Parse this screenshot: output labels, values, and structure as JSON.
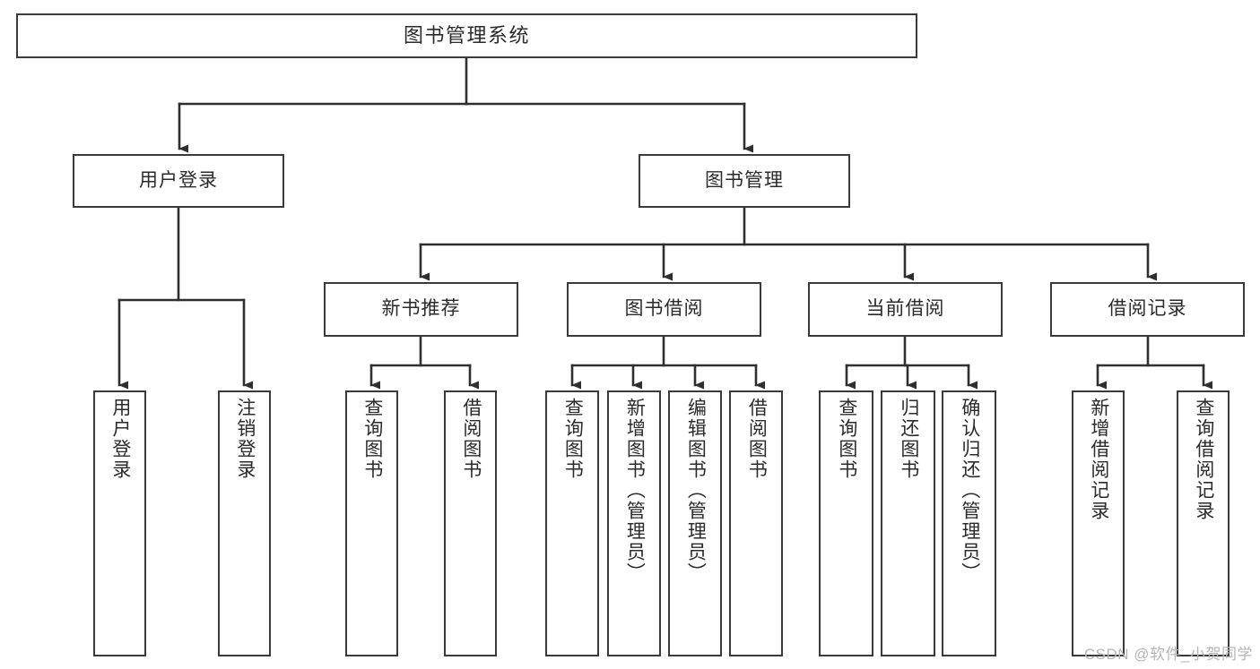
{
  "diagram": {
    "title": "图书管理系统",
    "watermark": "CSDN @软件_小贺同学",
    "colors": {
      "background": "#ffffff",
      "node_border": "#3a3a3a",
      "node_fill": "#ffffff",
      "edge": "#2f2f2f",
      "text": "#2b2b2b",
      "watermark": "#b6b6b6"
    },
    "nodes": {
      "root": {
        "label": "图书管理系统"
      },
      "level1": [
        {
          "label": "用户登录"
        },
        {
          "label": "图书管理"
        }
      ],
      "level2": [
        {
          "label": "新书推荐"
        },
        {
          "label": "图书借阅"
        },
        {
          "label": "当前借阅"
        },
        {
          "label": "借阅记录"
        }
      ],
      "leaves": {
        "user_login": [
          {
            "label": "用户登录"
          },
          {
            "label": "注销登录"
          }
        ],
        "new_book_recommend": [
          {
            "label": "查询图书"
          },
          {
            "label": "借阅图书"
          }
        ],
        "book_borrow": [
          {
            "label": "查询图书"
          },
          {
            "label": "新增图书（管理员）"
          },
          {
            "label": "编辑图书（管理员）"
          },
          {
            "label": "借阅图书"
          }
        ],
        "current_borrow": [
          {
            "label": "查询图书"
          },
          {
            "label": "归还图书"
          },
          {
            "label": "确认归还（管理员）"
          }
        ],
        "borrow_record": [
          {
            "label": "新增借阅记录"
          },
          {
            "label": "查询借阅记录"
          }
        ]
      }
    }
  }
}
